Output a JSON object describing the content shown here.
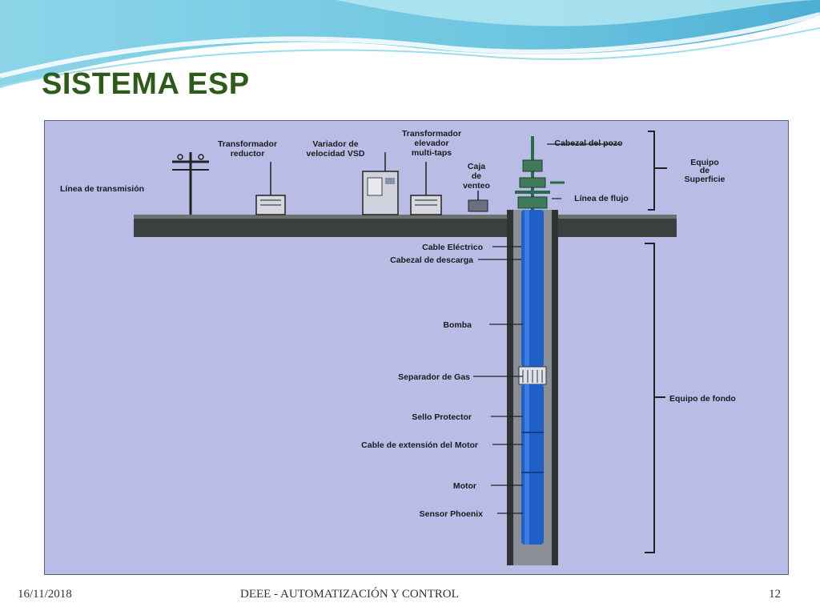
{
  "slide": {
    "title": "SISTEMA ESP",
    "footer": {
      "date": "16/11/2018",
      "center": "DEEE - AUTOMATIZACIÓN Y CONTROL",
      "page": "12"
    }
  },
  "diagram": {
    "surface_labels": {
      "linea_transmision": "Línea de transmisión",
      "transformador_reductor_1": "Transformador",
      "transformador_reductor_2": "reductor",
      "variador_1": "Variador de",
      "variador_2": "velocidad VSD",
      "elevador_1": "Transformador",
      "elevador_2": "elevador",
      "elevador_3": "multi-taps",
      "caja_1": "Caja",
      "caja_2": "de",
      "caja_3": "venteo",
      "cabezal_pozo": "Cabezal del pozo",
      "linea_flujo": "Línea de flujo",
      "equipo_superficie_1": "Equipo",
      "equipo_superficie_2": "de",
      "equipo_superficie_3": "Superficie"
    },
    "downhole_labels": [
      "Cable Eléctrico",
      "Cabezal de descarga",
      "Bomba",
      "Separador de Gas",
      "Sello Protector",
      "Cable de extensión del Motor",
      "Motor",
      "Sensor Phoenix"
    ],
    "equipo_fondo": "Equipo de fondo",
    "colors": {
      "background": "#b9bde6",
      "ground": "#3b403e",
      "pump": "#1f5fc8",
      "title": "#2e5a1c"
    }
  }
}
